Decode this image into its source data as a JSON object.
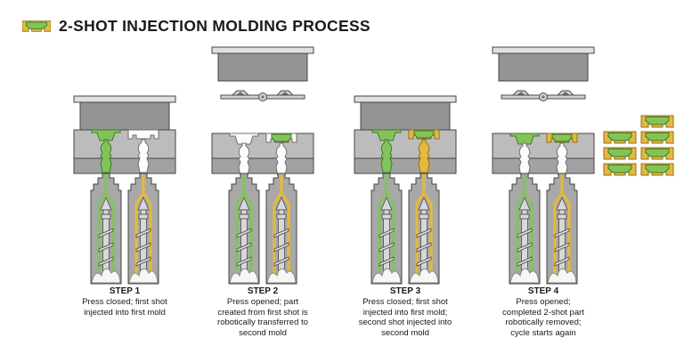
{
  "title": "2-SHOT INJECTION MOLDING PROCESS",
  "colors": {
    "green": "#82c45c",
    "green_dark": "#3e7a1e",
    "yellow": "#e5b93d",
    "yellow_dark": "#92701b",
    "outline": "#454545",
    "platen": "#949494",
    "mold": "#bcbcbc",
    "band": "#a2a2a2",
    "casing": "#a8a8a8",
    "screw": "#d8d8d8",
    "bar": "#e0e0e0",
    "melt": "#f6f6f6",
    "background": "#ffffff",
    "text": "#1a1a1a"
  },
  "materials": {
    "first_shot_color": "green",
    "second_shot_color": "yellow"
  },
  "steps": [
    {
      "label": "STEP 1",
      "description": "Press closed; first shot injected into first mold",
      "press_state": "closed"
    },
    {
      "label": "STEP 2",
      "description": "Press opened; part created from first shot is robotically transferred to second mold",
      "press_state": "opened"
    },
    {
      "label": "STEP 3",
      "description": "Press closed; first shot injected into first mold; second shot injected into second mold",
      "press_state": "closed"
    },
    {
      "label": "STEP 4",
      "description": "Press opened; completed 2-shot part robotically removed; cycle starts again",
      "press_state": "opened"
    }
  ],
  "finished_parts": {
    "count": 7
  }
}
